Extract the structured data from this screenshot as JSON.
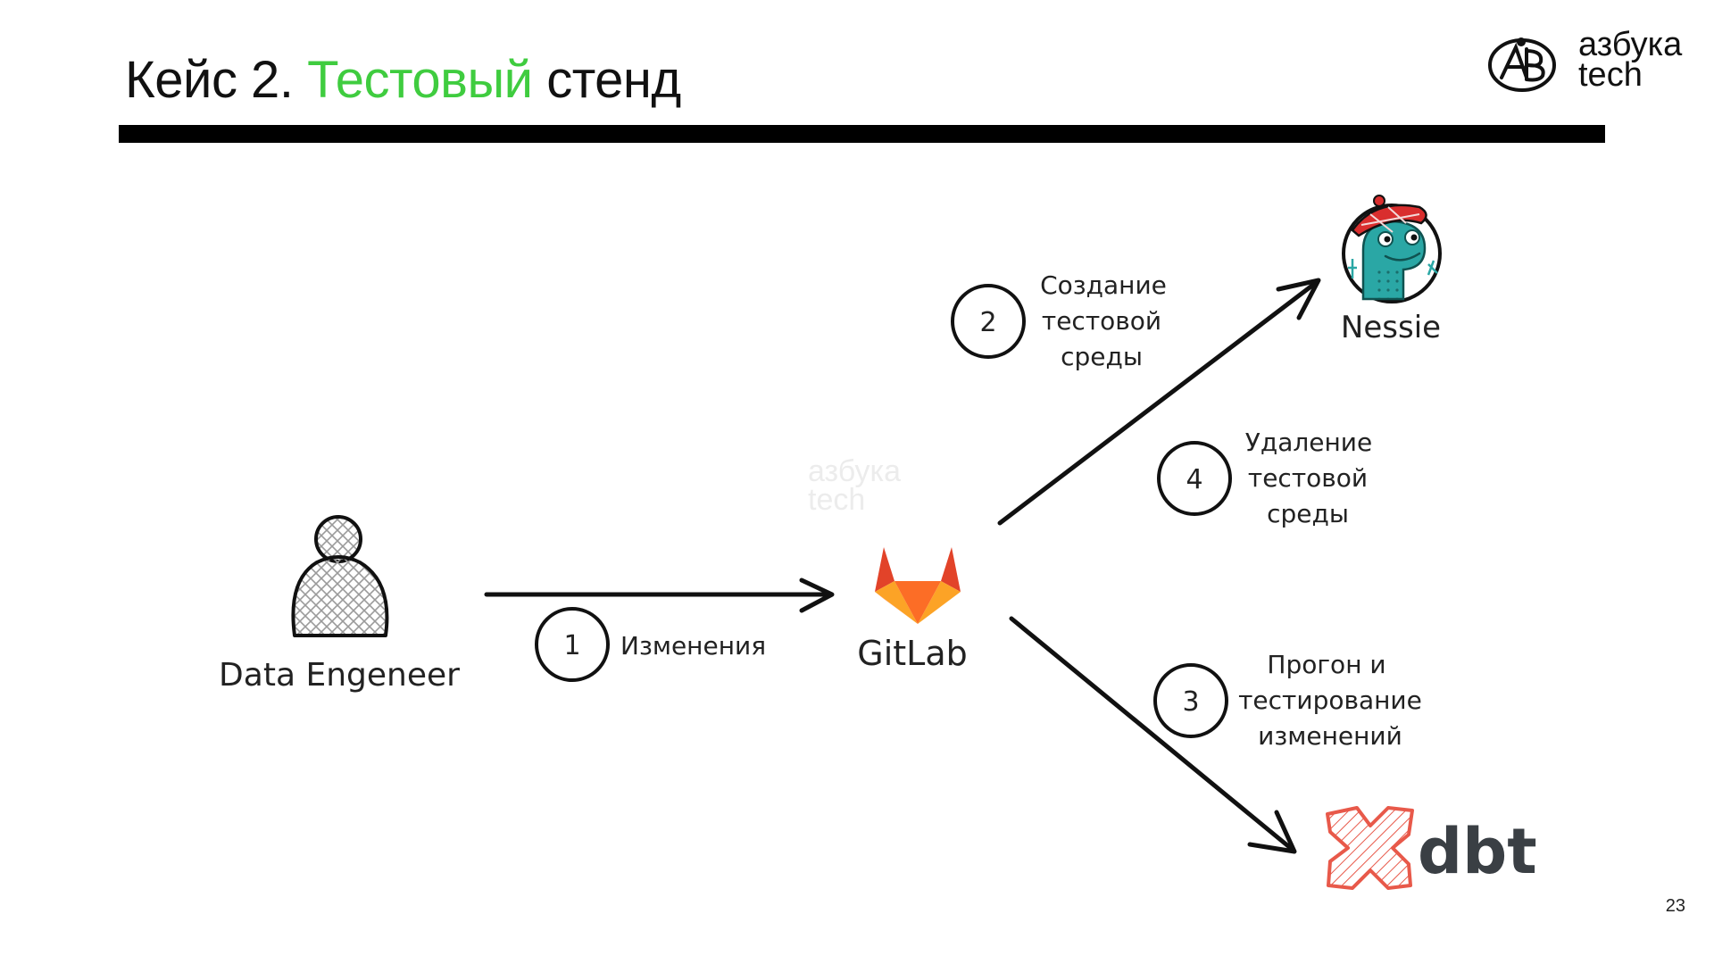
{
  "title": {
    "prefix": "Кейс 2.",
    "accent": "Тестовый",
    "suffix": "стенд"
  },
  "colors": {
    "accent": "#3fcc3f",
    "dbt": "#e8594a",
    "gitlab_dark": "#e24329",
    "gitlab_mid": "#fc6d26",
    "gitlab_light": "#fca326",
    "nessie_teal": "#2aa7a5",
    "nessie_hat": "#d92e2e"
  },
  "logo": {
    "line1": "азбука",
    "line2": "tech",
    "icon": "azbuka-emblem-icon"
  },
  "watermark": {
    "line1": "азбука",
    "line2": "tech"
  },
  "nodes": {
    "engineer": {
      "label": "Data Engeneer",
      "icon": "person-icon"
    },
    "gitlab": {
      "label": "GitLab",
      "icon": "gitlab-fox-icon"
    },
    "nessie": {
      "label": "Nessie",
      "icon": "nessie-mascot-icon"
    },
    "dbt": {
      "label": "dbt",
      "icon": "dbt-logo-icon"
    }
  },
  "steps": [
    {
      "num": "1",
      "lines": [
        "Изменения"
      ]
    },
    {
      "num": "2",
      "lines": [
        "Создание",
        "тестовой",
        "среды"
      ]
    },
    {
      "num": "3",
      "lines": [
        "Прогон и",
        "тестирование",
        "изменений"
      ]
    },
    {
      "num": "4",
      "lines": [
        "Удаление",
        "тестовой",
        "среды"
      ]
    }
  ],
  "page_number": "23"
}
